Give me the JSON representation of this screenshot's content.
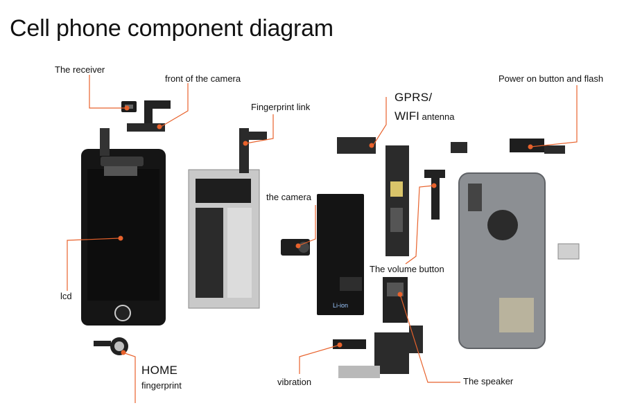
{
  "title": "Cell phone component diagram",
  "labels": {
    "receiver": "The receiver",
    "front_camera": "front of the camera",
    "fingerprint_link": "Fingerprint link",
    "gprs": "GPRS/",
    "wifi_big": "WIFI",
    "wifi_rest": " antenna",
    "power_flash": "Power on button and flash",
    "camera": "the camera",
    "volume": "The volume button",
    "lcd": "lcd",
    "home": "HOME",
    "fingerprint": "fingerprint",
    "vibration": "vibration",
    "speaker": "The speaker"
  },
  "battery_text": "Li-ion",
  "colors": {
    "leader": "#e8622c",
    "dot": "#e8622c",
    "panel_dark": "#151515",
    "shield_gray": "#c9c9c9",
    "housing_gray": "#8c8f93",
    "board_dark": "#2b2b2b"
  }
}
